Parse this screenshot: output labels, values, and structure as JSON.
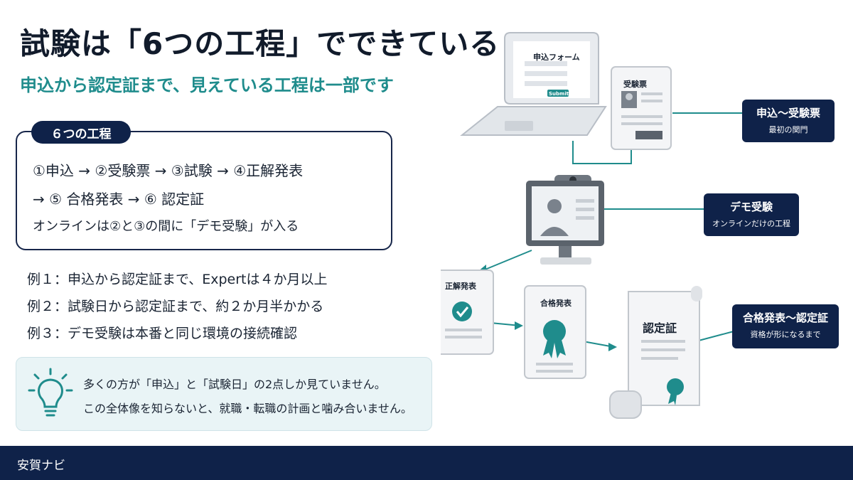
{
  "title": "試験は「6つの工程」でできている",
  "subtitle": "申込から認定証まで、見えている工程は一部です",
  "process": {
    "tag": "６つの工程",
    "line1": "①申込 → ②受験票 → ③試験 → ④正解発表",
    "line2": "→ ⑤ 合格発表 → ⑥ 認定証",
    "line3": "オンラインは②と③の間に「デモ受験」が入る"
  },
  "examples": [
    "例１：申込から認定証まで、Expertは４か月以上",
    "例２：試験日から認定証まで、約２か月半かかる",
    "例３：デモ受験は本番と同じ環境の接続確認"
  ],
  "note": {
    "line1": "多くの方が「申込」と「試験日」の2点しか見ていません。",
    "line2": "この全体像を知らないと、就職・転職の計画と噛み合いません。"
  },
  "footer": "安賀ナビ",
  "illustration": {
    "form_title": "申込フォーム",
    "form_button": "Submit",
    "ticket_title": "受験票",
    "answer_title": "正解発表",
    "pass_title": "合格発表",
    "cert_title": "認定証"
  },
  "labels": {
    "apply": {
      "title": "申込〜受験票",
      "sub": "最初の関門"
    },
    "demo": {
      "title": "デモ受験",
      "sub": "オンラインだけの工程"
    },
    "result": {
      "title": "合格発表〜認定証",
      "sub": "資格が形になるまで"
    }
  },
  "colors": {
    "navy": "#0f2249",
    "teal": "#1f8c8c",
    "note_bg": "#e9f4f6"
  }
}
